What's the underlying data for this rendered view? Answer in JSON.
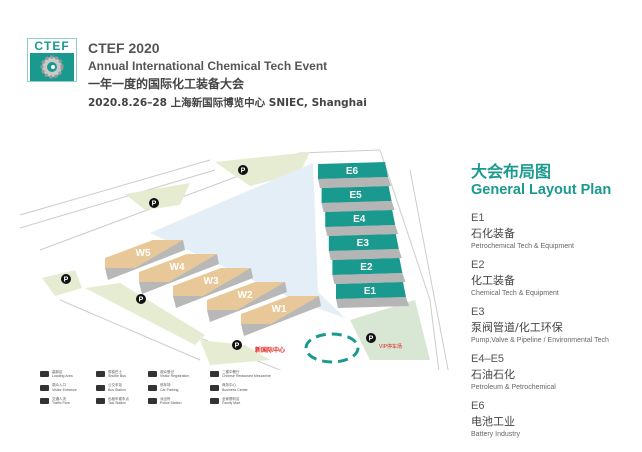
{
  "logo": {
    "text": "CTEF"
  },
  "header": {
    "title": "CTEF 2020",
    "subtitle": "Annual International Chemical Tech Event",
    "subtitle_cn": "一年一度的国际化工装备大会",
    "date_venue": "2020.8.26–28 上海新国际博览中心 SNIEC, Shanghai"
  },
  "legend": {
    "title_cn": "大会布局图",
    "title_en": "General Layout Plan",
    "zones": [
      {
        "code": "E1",
        "cn": "石化装备",
        "en": "Petrochemical Tech & Equipment"
      },
      {
        "code": "E2",
        "cn": "化工装备",
        "en": "Chemical Tech & Equipment"
      },
      {
        "code": "E3",
        "cn": "泵阀管道/化工环保",
        "en": "Pump,Valve & Pipeline / Environmental Tech"
      },
      {
        "code": "E4–E5",
        "cn": "石油石化",
        "en": "Petroleum & Petrochemical"
      },
      {
        "code": "E6",
        "cn": "电池工业",
        "en": "Battery Industry"
      }
    ]
  },
  "map": {
    "east_halls": [
      "E6",
      "E5",
      "E4",
      "E3",
      "E2",
      "E1"
    ],
    "west_halls": [
      "W5",
      "W4",
      "W3",
      "W2",
      "W1"
    ],
    "parking": "P",
    "center_label": "新国际中心",
    "vip_label": "VIP停车场",
    "colors": {
      "east": "#1a9a8e",
      "west": "#e8c898",
      "plaza": "#e3eef6",
      "green": "#e6ecd2"
    }
  },
  "keys": [
    {
      "cn": "装卸区",
      "en": "Loading Area",
      "icon": "truck-icon"
    },
    {
      "cn": "穿梭巴士",
      "en": "Shuttle Bus",
      "icon": "shuttle-icon"
    },
    {
      "cn": "观众登记",
      "en": "Visitor Registration",
      "icon": "registration-icon"
    },
    {
      "cn": "二楼中餐厅",
      "en": "Chinese Restaurant Mezzanine",
      "icon": "restaurant-icon"
    },
    {
      "cn": "观众入口",
      "en": "Visitor Entrance",
      "icon": "entrance-icon"
    },
    {
      "cn": "公交车站",
      "en": "Bus Station",
      "icon": "bus-icon"
    },
    {
      "cn": "停车场",
      "en": "Car Parking",
      "icon": "parking-icon"
    },
    {
      "cn": "商务中心",
      "en": "Business Center",
      "icon": "business-icon"
    },
    {
      "cn": "交通人流",
      "en": "Traffic Flow",
      "icon": "traffic-icon"
    },
    {
      "cn": "出租车候车点",
      "en": "Taxi Station",
      "icon": "taxi-icon"
    },
    {
      "cn": "派出所",
      "en": "Police Station",
      "icon": "police-icon"
    },
    {
      "cn": "全家便利店",
      "en": "Family Mart",
      "icon": "shop-icon"
    }
  ]
}
